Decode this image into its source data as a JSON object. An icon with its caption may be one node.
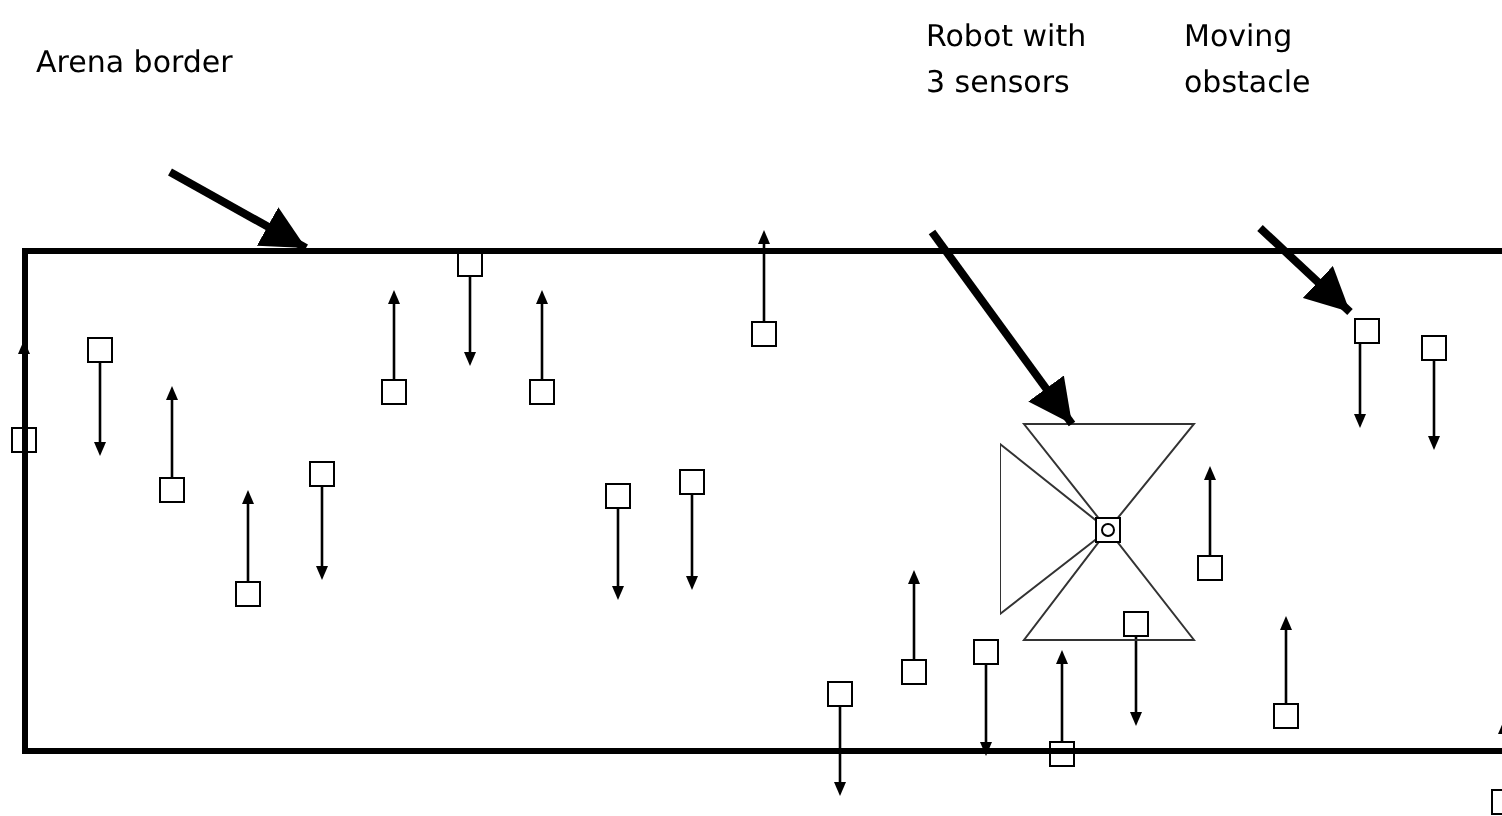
{
  "diagram": {
    "nodes": [
      {
        "text": [
          "Arena border"
        ]
      },
      {
        "text": [
          "Robot with 3 sensors"
        ]
      },
      {
        "text": [
          "Moving obstacle"
        ]
      },
      {
        "text": [],
        "shape": "box"
      },
      {
        "text": [],
        "shape": "picture",
        "in": 3
      },
      {
        "text": [],
        "shape": "box",
        "in": 3
      }
    ],
    "edges": [
      {
        "from": 0,
        "to": 3,
        "arrow": "to"
      },
      {
        "from": 1,
        "to": 4,
        "arrow": "to"
      },
      {
        "from": 2,
        "to": 5,
        "arrow": "to"
      }
    ]
  }
}
